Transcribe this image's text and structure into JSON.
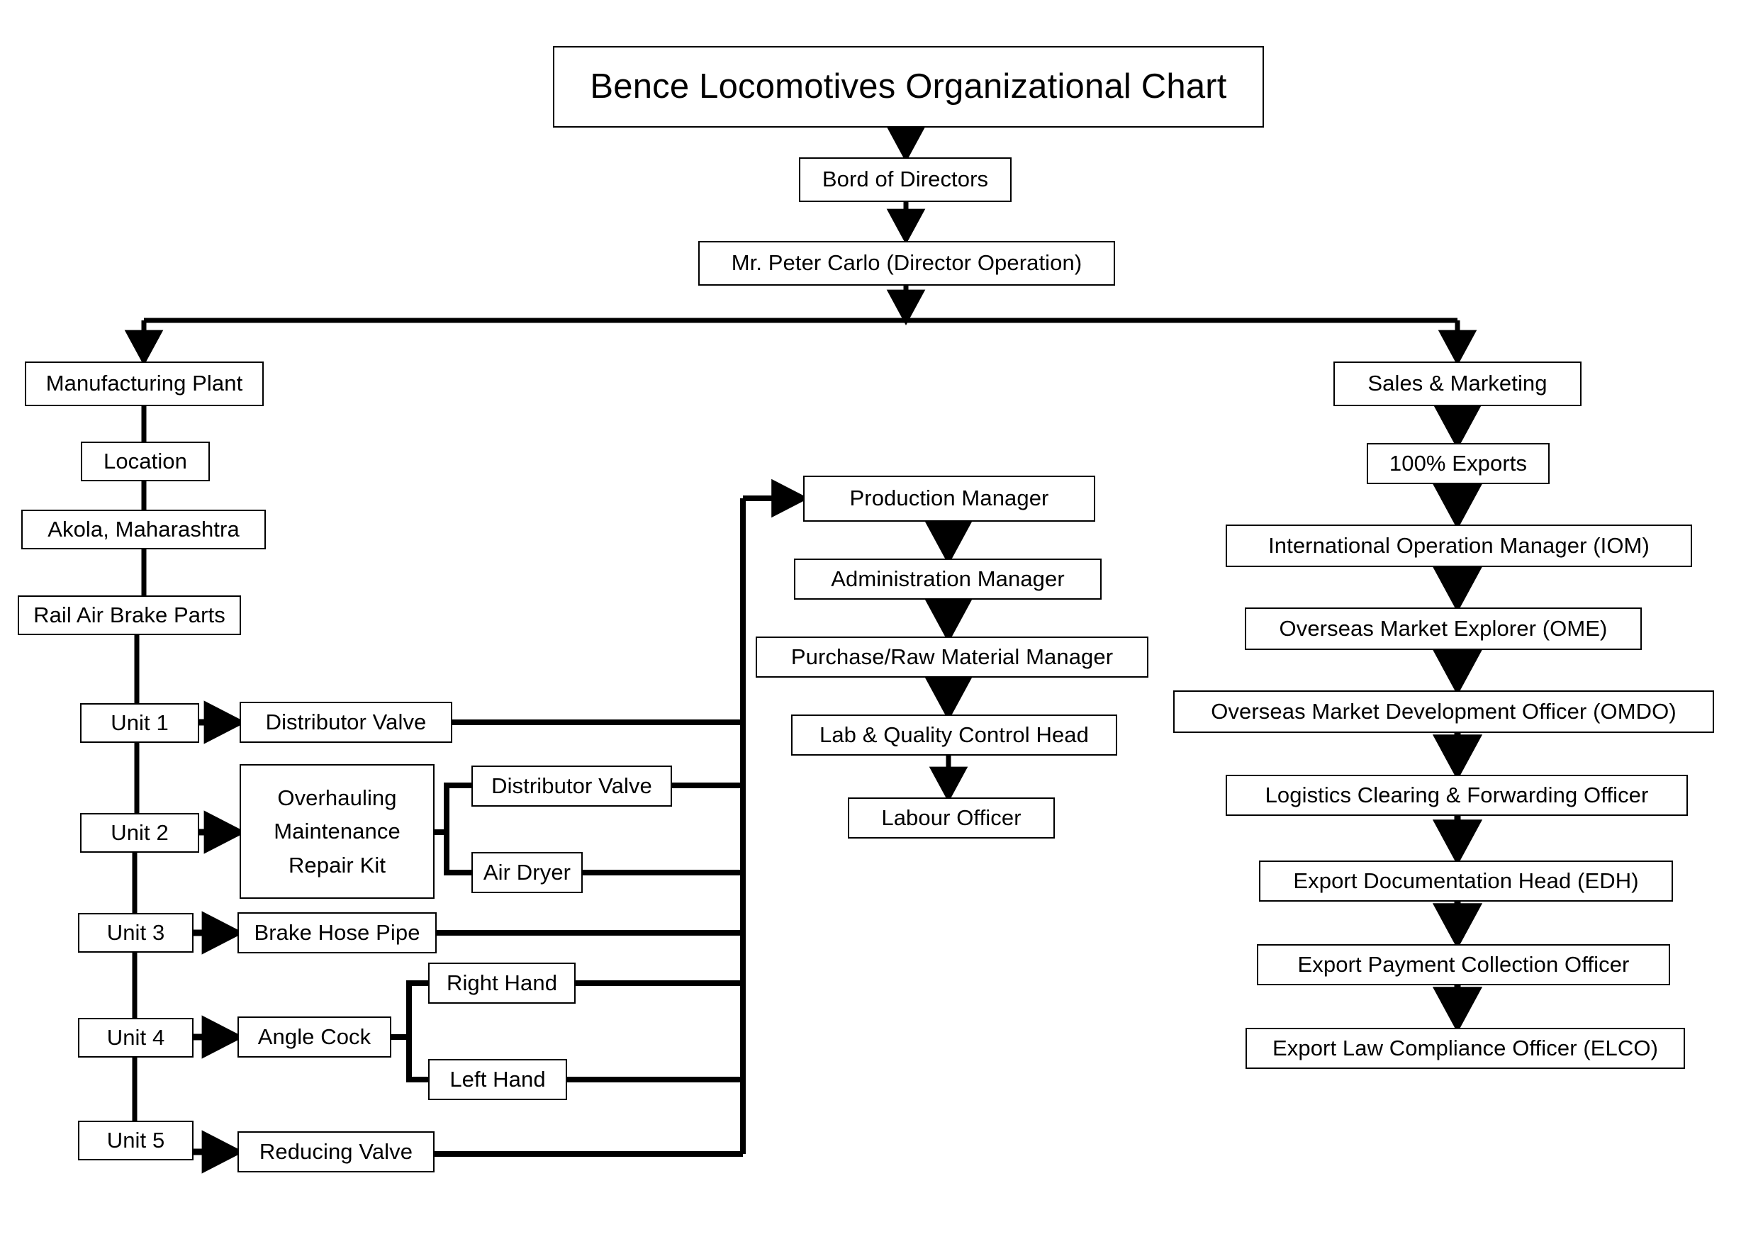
{
  "document": {
    "title": "Bence Locomotives Organizational Chart",
    "type": "organizational-chart",
    "background_color": "#ffffff",
    "line_color": "#000000",
    "box_fill": "#ffffff"
  },
  "top": {
    "chart_title": "Bence Locomotives Organizational Chart",
    "board": "Bord of Directors",
    "director": "Mr. Peter Carlo (Director Operation)"
  },
  "manufacturing": {
    "root": "Manufacturing Plant",
    "location_label": "Location",
    "location_value": "Akola, Maharashtra",
    "product_family": "Rail Air Brake Parts",
    "units": [
      {
        "unit": "Unit 1",
        "product": "Distributor Valve",
        "children": []
      },
      {
        "unit": "Unit 2",
        "product_lines": [
          "Overhauling",
          "Maintenance",
          "Repair Kit"
        ],
        "children": [
          "Distributor Valve",
          "Air Dryer"
        ]
      },
      {
        "unit": "Unit 3",
        "product": "Brake Hose Pipe",
        "children": []
      },
      {
        "unit": "Unit 4",
        "product": "Angle Cock",
        "children": [
          "Right Hand",
          "Left Hand"
        ]
      },
      {
        "unit": "Unit 5",
        "product": "Reducing Valve",
        "children": []
      }
    ]
  },
  "production_chain": [
    "Production Manager",
    "Administration Manager",
    "Purchase/Raw Material Manager",
    "Lab & Quality Control Head",
    "Labour Officer"
  ],
  "sales_marketing": {
    "root": "Sales & Marketing",
    "chain": [
      "100% Exports",
      "International Operation Manager (IOM)",
      "Overseas Market Explorer (OME)",
      "Overseas Market Development Officer (OMDO)",
      "Logistics Clearing & Forwarding Officer",
      "Export Documentation Head (EDH)",
      "Export Payment Collection Officer",
      "Export Law Compliance Officer (ELCO)"
    ]
  }
}
